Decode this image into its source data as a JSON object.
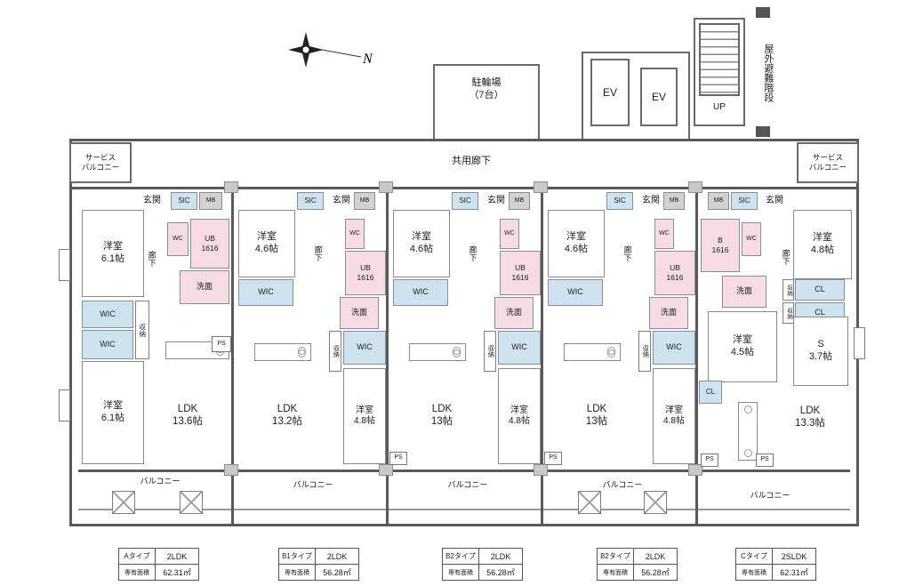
{
  "compass": {
    "north": "N"
  },
  "top": {
    "bike": "駐輪場\n（7台）",
    "ev": "EV",
    "up": "UP",
    "stairs": "屋外避難階段"
  },
  "common": {
    "corridor": "共用廊下",
    "service_balcony": "サービス\nバルコニー",
    "balcony": "バルコニー",
    "ps": "PS"
  },
  "labels": {
    "genkan": "玄関",
    "sic": "SIC",
    "mb": "MB",
    "wc": "WC",
    "ub": "UB\n1616",
    "bath": "B\n1616",
    "senmen": "洗面",
    "wic": "WIC",
    "shuno": "収納",
    "cl": "CL",
    "hall": "廊下"
  },
  "units": {
    "a": {
      "bed1": "洋室\n6.1帖",
      "bed2": "洋室\n6.1帖",
      "ldk": "LDK\n13.6帖"
    },
    "b1": {
      "bed1": "洋室\n4.6帖",
      "bed2": "洋室\n4.8帖",
      "ldk": "LDK\n13.2帖"
    },
    "b2a": {
      "bed1": "洋室\n4.6帖",
      "bed2": "洋室\n4.8帖",
      "ldk": "LDK\n13帖"
    },
    "b2b": {
      "bed1": "洋室\n4.6帖",
      "bed2": "洋室\n4.8帖",
      "ldk": "LDK\n13帖"
    },
    "c": {
      "bed1": "洋室\n4.8帖",
      "bed2": "洋室\n4.5帖",
      "s": "S\n3.7帖",
      "ldk": "LDK\n13.3帖"
    }
  },
  "legend": [
    {
      "type": "Aタイプ",
      "layout": "2LDK",
      "area_label": "専有面積",
      "area": "62.31㎡"
    },
    {
      "type": "B1タイプ",
      "layout": "2LDK",
      "area_label": "専有面積",
      "area": "56.28㎡"
    },
    {
      "type": "B2タイプ",
      "layout": "2LDK",
      "area_label": "専有面積",
      "area": "56.28㎡"
    },
    {
      "type": "B2タイプ",
      "layout": "2LDK",
      "area_label": "専有面積",
      "area": "56.28㎡"
    },
    {
      "type": "Cタイプ",
      "layout": "2SLDK",
      "area_label": "専有面積",
      "area": "62.31㎡"
    }
  ]
}
